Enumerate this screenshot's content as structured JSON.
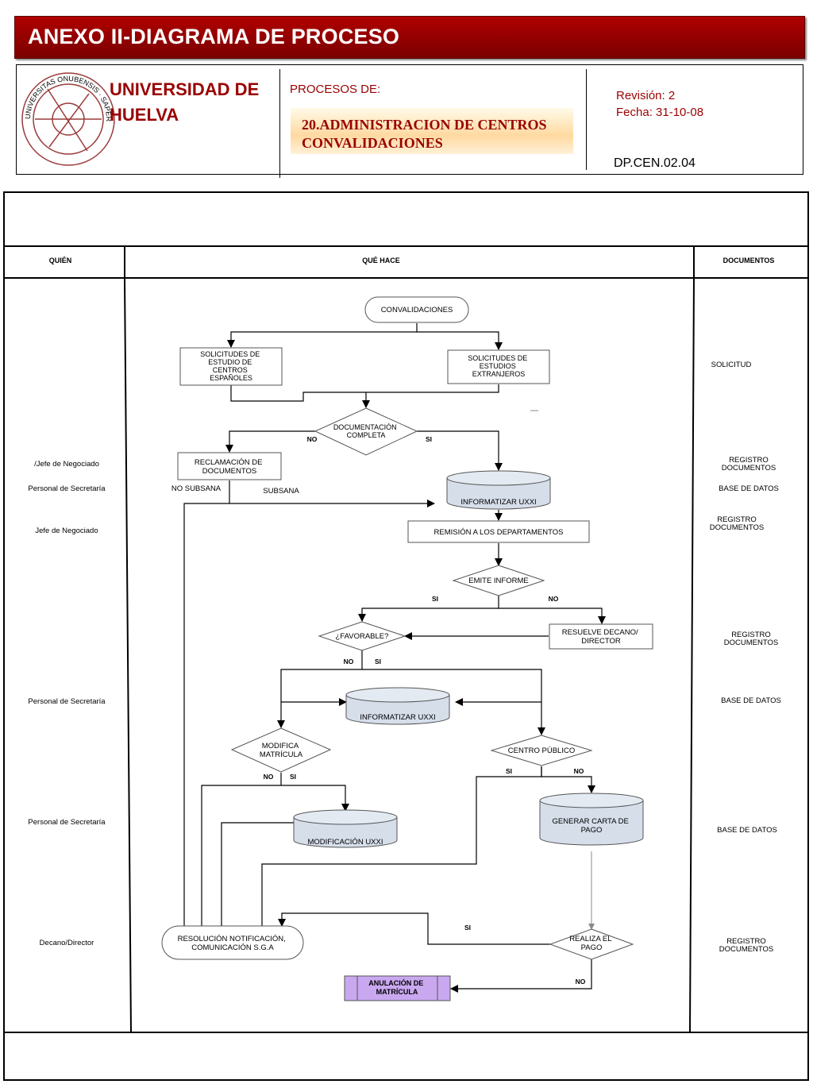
{
  "banner": {
    "title": "ANEXO II-DIAGRAMA DE PROCESO"
  },
  "header": {
    "university": "UNIVERSIDAD DE HUELVA",
    "logo_text": "UNIVERSITAS ONUBENSIS · SAPERE AUDE",
    "processes_label": "PROCESOS DE:",
    "process_line1": "20.ADMINISTRACION DE CENTROS",
    "process_line2": "CONVALIDACIONES",
    "revision": "Revisión: 2",
    "date": "Fecha: 31-10-08",
    "code": "DP.CEN.02.04"
  },
  "columns": {
    "who": "QUIÉN",
    "what": "QUÉ HACE",
    "docs": "DOCUMENTOS"
  },
  "who": [
    "/Jefe de Negociado",
    "Personal de Secretaría",
    "Jefe de Negociado",
    "Personal de Secretaría",
    "Personal de Secretaría",
    "Decano/Director"
  ],
  "docs": [
    "SOLICITUD",
    [
      "REGISTRO",
      "DOCUMENTOS"
    ],
    "BASE DE DATOS",
    [
      "REGISTRO",
      "DOCUMENTOS"
    ],
    [
      "REGISTRO",
      "DOCUMENTOS"
    ],
    "BASE DE DATOS",
    "BASE DE DATOS",
    [
      "REGISTRO",
      "DOCUMENTOS"
    ]
  ],
  "flow": {
    "start": "CONVALIDACIONES",
    "sol_es": [
      "SOLICITUDES DE",
      "ESTUDIO DE",
      "CENTROS",
      "ESPAÑOLES"
    ],
    "sol_ex": [
      "SOLICITUDES DE",
      "ESTUDIOS",
      "EXTRANJEROS"
    ],
    "doc_completa": [
      "DOCUMENTACIÓN",
      "COMPLETA"
    ],
    "reclamacion": [
      "RECLAMACIÓN DE",
      "DOCUMENTOS"
    ],
    "informatizar": "INFORMATIZAR UXXI",
    "remision": "REMISIÓN A LOS DEPARTAMENTOS",
    "emite": "EMITE INFORME",
    "favorable": "¿FAVORABLE?",
    "resuelve": [
      "RESUELVE DECANO/",
      "DIRECTOR"
    ],
    "informatizar2": "INFORMATIZAR UXXI",
    "modifica": [
      "MODIFICA",
      "MATRÍCULA"
    ],
    "centro": "CENTRO PÚBLICO",
    "modificacion": "MODIFICACIÓN UXXI",
    "generar": [
      "GENERAR CARTA DE",
      "PAGO"
    ],
    "resolucion": [
      "RESOLUCIÓN NOTIFICACIÓN,",
      "COMUNICACIÓN S.G.A"
    ],
    "realiza": [
      "REALIZA EL",
      "PAGO"
    ],
    "anulacion": [
      "ANULACIÓN DE",
      "MATRÍCULA"
    ],
    "no": "NO",
    "si": "SI",
    "no_subsana": "NO SUBSANA",
    "subsana": "SUBSANA"
  },
  "colors": {
    "brand": "#9a0000",
    "cylinder": "#d6deea",
    "anulacion": "#c9a8f0"
  }
}
